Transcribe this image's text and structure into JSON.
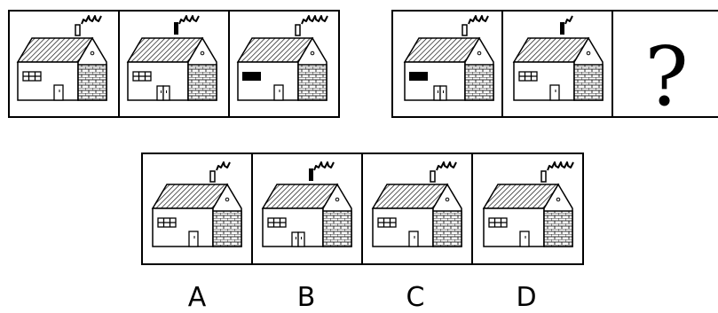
{
  "question_mark": "?",
  "options": [
    {
      "label": "A"
    },
    {
      "label": "B"
    },
    {
      "label": "C"
    },
    {
      "label": "D"
    }
  ],
  "colors": {
    "ink": "#000000",
    "background": "#ffffff"
  }
}
